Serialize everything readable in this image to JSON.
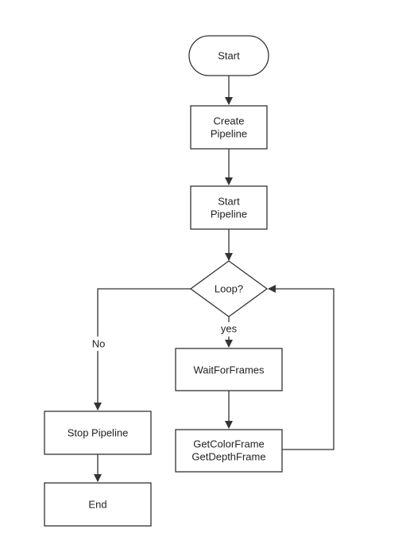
{
  "diagram": {
    "nodes": {
      "start": {
        "lines": [
          "Start"
        ]
      },
      "create_pipeline": {
        "lines": [
          "Create",
          "Pipeline"
        ]
      },
      "start_pipeline": {
        "lines": [
          "Start",
          "Pipeline"
        ]
      },
      "loop": {
        "lines": [
          "Loop?"
        ]
      },
      "wait_for_frames": {
        "lines": [
          "WaitForFrames"
        ]
      },
      "get_frames": {
        "lines": [
          "GetColorFrame",
          "GetDepthFrame"
        ]
      },
      "stop_pipeline": {
        "lines": [
          "Stop Pipeline"
        ]
      },
      "end": {
        "lines": [
          "End"
        ]
      }
    },
    "edge_labels": {
      "no": "No",
      "yes": "yes"
    }
  }
}
